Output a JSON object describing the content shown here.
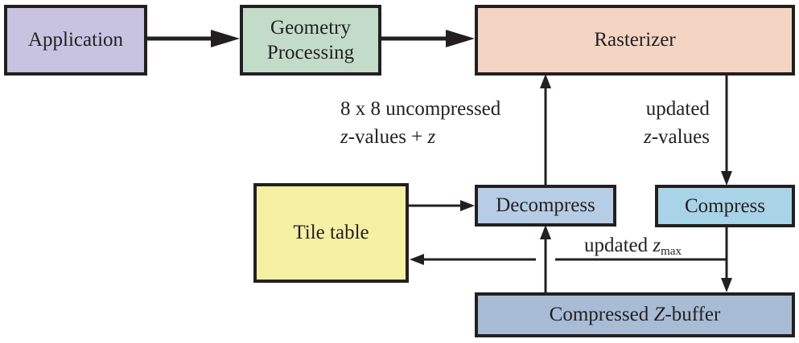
{
  "nodes": {
    "application": {
      "label": "Application",
      "color": "#c7c3e1"
    },
    "geometry": {
      "line1": "Geometry",
      "line2": "Processing",
      "color": "#c3dcc9"
    },
    "rasterizer": {
      "label": "Rasterizer",
      "color": "#f4d5c3"
    },
    "decompress": {
      "label": "Decompress",
      "color": "#b7cde6"
    },
    "compress": {
      "label": "Compress",
      "color": "#a9d3e6"
    },
    "tile_table": {
      "label": "Tile table",
      "color": "#f6f0a5"
    },
    "zbuffer": {
      "prefix": "Compressed ",
      "italic": "Z",
      "suffix": "-buffer",
      "color": "#a8bcd6"
    }
  },
  "labels": {
    "uncompressed": {
      "line1": "8 x 8 uncompressed",
      "line2_italic1": "z",
      "line2_mid": "-values + ",
      "line2_italic2": "z"
    },
    "updated_z": {
      "line1": "updated",
      "line2_italic": "z",
      "line2_rest": "-values"
    },
    "updated_zmax": {
      "prefix": "updated ",
      "italic": "z",
      "sub": "max"
    }
  }
}
